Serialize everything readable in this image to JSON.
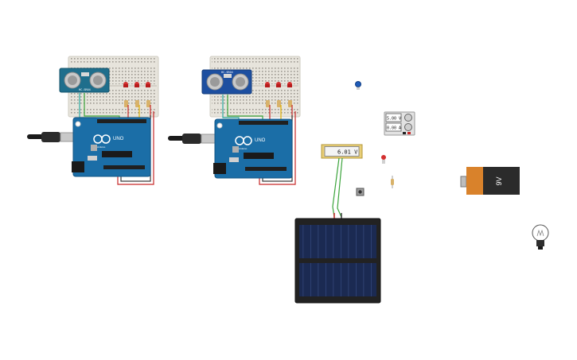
{
  "canvas": {
    "background": "#ffffff"
  },
  "circuits": [
    {
      "sensor_label": "HC-SR04",
      "board_label": "UNO",
      "board_brand": "Arduino",
      "sensor_color": "#1f6e8c"
    },
    {
      "sensor_label": "HC-SR04",
      "board_label": "UNO",
      "board_brand": "Arduino",
      "sensor_color": "#1d4fa0"
    }
  ],
  "multimeter": {
    "reading": "6.01 V"
  },
  "power_supply": {
    "voltage": "5.00 V",
    "current": "0.00 A"
  },
  "battery": {
    "label": "9V"
  },
  "colors": {
    "arduino_blue": "#1b6ea7",
    "breadboard": "#e7e4dc",
    "wire_red": "#c62828",
    "wire_green": "#3ba43b",
    "wire_yellow": "#e0b000",
    "wire_teal": "#2aa9a0",
    "solar_panel": "#1b2a52",
    "battery_orange": "#d9822b",
    "led_red": "#d32f2f"
  },
  "icons": [
    "breadboard-icon",
    "ultrasonic-sensor-icon",
    "led-icon",
    "arduino-uno-icon",
    "usb-cable-icon",
    "power-supply-icon",
    "multimeter-icon",
    "solar-panel-icon",
    "battery-icon",
    "pushbutton-icon",
    "resistor-icon",
    "light-bulb-icon",
    "capacitor-icon"
  ]
}
